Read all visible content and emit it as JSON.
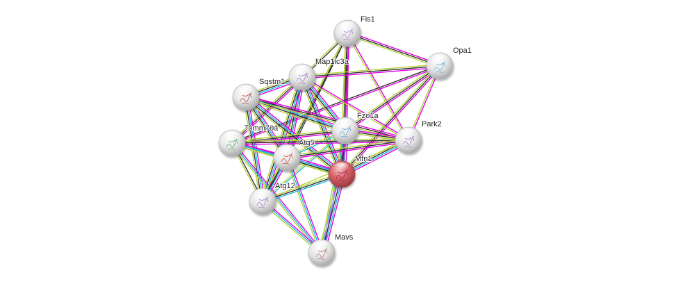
{
  "diagram": {
    "type": "protein-interaction-network",
    "query_protein": "Mfn1",
    "edge_colors": {
      "experiments": "#e000e0",
      "databases": "#1fb8dd",
      "textmining": "#b5d33b",
      "coexpression": "#333333",
      "homology": "#9b9bff"
    },
    "nodes": [
      {
        "id": "Fis1",
        "label": "Fis1",
        "color": "#f2f2f2",
        "glyph": "#b07fd6"
      },
      {
        "id": "Opa1",
        "label": "Opa1",
        "color": "#f2f2f2",
        "glyph": "#5ab0d8"
      },
      {
        "id": "Map1lc3a",
        "label": "Map1lc3a",
        "color": "#f2f2f2",
        "glyph": "#a070c8"
      },
      {
        "id": "Sqstm1",
        "label": "Sqstm1",
        "color": "#f2f2f2",
        "glyph": "#b04040"
      },
      {
        "id": "Fzo1a",
        "label": "Fzo1a",
        "color": "#f2f2f2",
        "glyph": "#5aa0d0"
      },
      {
        "id": "Park2",
        "label": "Park2",
        "color": "#f2f2f2",
        "glyph": "#a070c8"
      },
      {
        "id": "Tomm70a",
        "label": "Tomm70a",
        "color": "#f2f2f2",
        "glyph": "#40b060"
      },
      {
        "id": "Atg5",
        "label": "Atg5",
        "color": "#f2f2f2",
        "glyph": "#d04040"
      },
      {
        "id": "Mfn1",
        "label": "Mfn1",
        "color": "#d9626a",
        "glyph": "#9a2050"
      },
      {
        "id": "Atg12",
        "label": "Atg12",
        "color": "#f2f2f2",
        "glyph": "#a070c8"
      },
      {
        "id": "Mavs",
        "label": "Mavs",
        "color": "#f2f2f2",
        "glyph": "#b07070"
      }
    ],
    "edges": [
      {
        "source": "Fis1",
        "target": "Opa1",
        "types": [
          "experiments",
          "coexpression",
          "textmining"
        ]
      },
      {
        "source": "Fis1",
        "target": "Map1lc3a",
        "types": [
          "coexpression",
          "textmining"
        ]
      },
      {
        "source": "Fis1",
        "target": "Fzo1a",
        "types": [
          "experiments",
          "coexpression",
          "textmining"
        ]
      },
      {
        "source": "Fis1",
        "target": "Mfn1",
        "types": [
          "experiments",
          "coexpression",
          "textmining"
        ]
      },
      {
        "source": "Fis1",
        "target": "Park2",
        "types": [
          "experiments",
          "textmining"
        ]
      },
      {
        "source": "Fis1",
        "target": "Atg5",
        "types": [
          "coexpression",
          "textmining"
        ]
      },
      {
        "source": "Fis1",
        "target": "Atg12",
        "types": [
          "coexpression",
          "textmining"
        ]
      },
      {
        "source": "Opa1",
        "target": "Map1lc3a",
        "types": [
          "experiments",
          "coexpression",
          "textmining"
        ]
      },
      {
        "source": "Opa1",
        "target": "Fzo1a",
        "types": [
          "experiments",
          "coexpression",
          "textmining"
        ]
      },
      {
        "source": "Opa1",
        "target": "Mfn1",
        "types": [
          "experiments",
          "coexpression",
          "textmining"
        ]
      },
      {
        "source": "Opa1",
        "target": "Park2",
        "types": [
          "experiments",
          "textmining"
        ]
      },
      {
        "source": "Opa1",
        "target": "Tomm70a",
        "types": [
          "experiments",
          "coexpression"
        ]
      },
      {
        "source": "Map1lc3a",
        "target": "Sqstm1",
        "types": [
          "experiments",
          "databases",
          "coexpression",
          "textmining"
        ]
      },
      {
        "source": "Map1lc3a",
        "target": "Fzo1a",
        "types": [
          "experiments",
          "databases",
          "coexpression",
          "textmining"
        ]
      },
      {
        "source": "Map1lc3a",
        "target": "Park2",
        "types": [
          "experiments",
          "textmining"
        ]
      },
      {
        "source": "Map1lc3a",
        "target": "Atg5",
        "types": [
          "experiments",
          "databases",
          "coexpression",
          "textmining"
        ]
      },
      {
        "source": "Map1lc3a",
        "target": "Atg12",
        "types": [
          "experiments",
          "databases",
          "coexpression",
          "textmining"
        ]
      },
      {
        "source": "Map1lc3a",
        "target": "Mfn1",
        "types": [
          "experiments",
          "databases",
          "coexpression",
          "textmining"
        ]
      },
      {
        "source": "Map1lc3a",
        "target": "Tomm70a",
        "types": [
          "experiments",
          "coexpression",
          "textmining"
        ]
      },
      {
        "source": "Sqstm1",
        "target": "Fzo1a",
        "types": [
          "experiments",
          "databases",
          "coexpression",
          "textmining"
        ]
      },
      {
        "source": "Sqstm1",
        "target": "Park2",
        "types": [
          "experiments",
          "coexpression",
          "textmining"
        ]
      },
      {
        "source": "Sqstm1",
        "target": "Atg5",
        "types": [
          "experiments",
          "databases",
          "coexpression",
          "textmining"
        ]
      },
      {
        "source": "Sqstm1",
        "target": "Atg12",
        "types": [
          "experiments",
          "databases",
          "coexpression",
          "textmining"
        ]
      },
      {
        "source": "Sqstm1",
        "target": "Mfn1",
        "types": [
          "experiments",
          "databases",
          "coexpression",
          "textmining"
        ]
      },
      {
        "source": "Fzo1a",
        "target": "Mfn1",
        "types": [
          "experiments",
          "databases",
          "coexpression",
          "homology",
          "textmining"
        ]
      },
      {
        "source": "Fzo1a",
        "target": "Park2",
        "types": [
          "experiments",
          "coexpression",
          "textmining"
        ]
      },
      {
        "source": "Fzo1a",
        "target": "Tomm70a",
        "types": [
          "experiments",
          "coexpression",
          "textmining"
        ]
      },
      {
        "source": "Fzo1a",
        "target": "Atg5",
        "types": [
          "databases",
          "textmining"
        ]
      },
      {
        "source": "Fzo1a",
        "target": "Atg12",
        "types": [
          "databases",
          "textmining"
        ]
      },
      {
        "source": "Fzo1a",
        "target": "Mavs",
        "types": [
          "experiments",
          "databases",
          "textmining"
        ]
      },
      {
        "source": "Park2",
        "target": "Mfn1",
        "types": [
          "experiments",
          "databases",
          "coexpression",
          "textmining"
        ]
      },
      {
        "source": "Park2",
        "target": "Tomm70a",
        "types": [
          "experiments",
          "coexpression",
          "textmining"
        ]
      },
      {
        "source": "Park2",
        "target": "Atg5",
        "types": [
          "experiments",
          "coexpression",
          "textmining"
        ]
      },
      {
        "source": "Park2",
        "target": "Atg12",
        "types": [
          "textmining"
        ]
      },
      {
        "source": "Tomm70a",
        "target": "Atg5",
        "types": [
          "experiments",
          "databases",
          "textmining"
        ]
      },
      {
        "source": "Tomm70a",
        "target": "Atg12",
        "types": [
          "coexpression",
          "textmining"
        ]
      },
      {
        "source": "Tomm70a",
        "target": "Mfn1",
        "types": [
          "experiments",
          "databases",
          "textmining"
        ]
      },
      {
        "source": "Tomm70a",
        "target": "Mavs",
        "types": [
          "experiments",
          "databases",
          "textmining"
        ]
      },
      {
        "source": "Atg5",
        "target": "Mfn1",
        "types": [
          "experiments",
          "databases",
          "coexpression",
          "textmining"
        ]
      },
      {
        "source": "Atg5",
        "target": "Atg12",
        "types": [
          "experiments",
          "databases",
          "coexpression",
          "textmining"
        ]
      },
      {
        "source": "Atg5",
        "target": "Mavs",
        "types": [
          "experiments",
          "databases",
          "textmining"
        ]
      },
      {
        "source": "Mfn1",
        "target": "Atg12",
        "types": [
          "databases",
          "coexpression",
          "textmining"
        ]
      },
      {
        "source": "Mfn1",
        "target": "Mavs",
        "types": [
          "experiments",
          "databases",
          "coexpression",
          "homology",
          "textmining"
        ]
      },
      {
        "source": "Atg12",
        "target": "Mavs",
        "types": [
          "experiments",
          "databases",
          "textmining"
        ]
      }
    ]
  }
}
